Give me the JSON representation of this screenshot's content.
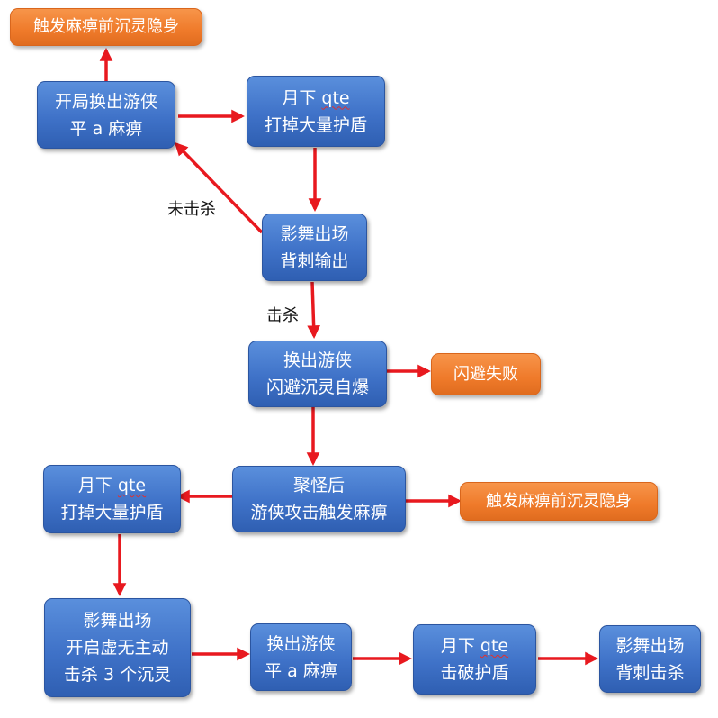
{
  "nodes": {
    "n1": {
      "line1": "开局换出游侠",
      "line2": "平 a 麻痹"
    },
    "n2": {
      "line1_pre": "月下 ",
      "line1_qte": "qte",
      "line2": "打掉大量护盾"
    },
    "n3": {
      "line1": "影舞出场",
      "line2": "背刺输出"
    },
    "n4": {
      "line1": "换出游侠",
      "line2": "闪避沉灵自爆"
    },
    "n5": {
      "line1": "聚怪后",
      "line2": "游侠攻击触发麻痹"
    },
    "n6": {
      "line1_pre": "月下 ",
      "line1_qte": "qte",
      "line2": "打掉大量护盾"
    },
    "n7": {
      "line1": "影舞出场",
      "line2": "开启虚无主动",
      "line3": "击杀 3 个沉灵"
    },
    "n8": {
      "line1": "换出游侠",
      "line2": "平 a 麻痹"
    },
    "n9": {
      "line1_pre": "月下 ",
      "line1_qte": "qte",
      "line2": "击破护盾"
    },
    "n10": {
      "line1": "影舞出场",
      "line2": "背刺击杀"
    }
  },
  "outcomes": {
    "o1": "触发麻痹前沉灵隐身",
    "o2": "闪避失败",
    "o3": "触发麻痹前沉灵隐身"
  },
  "edge_labels": {
    "not_killed": "未击杀",
    "killed": "击杀"
  },
  "colors": {
    "node_blue": "#3f72c8",
    "outcome_orange": "#ef7a2a",
    "arrow_red": "#e8191f"
  }
}
